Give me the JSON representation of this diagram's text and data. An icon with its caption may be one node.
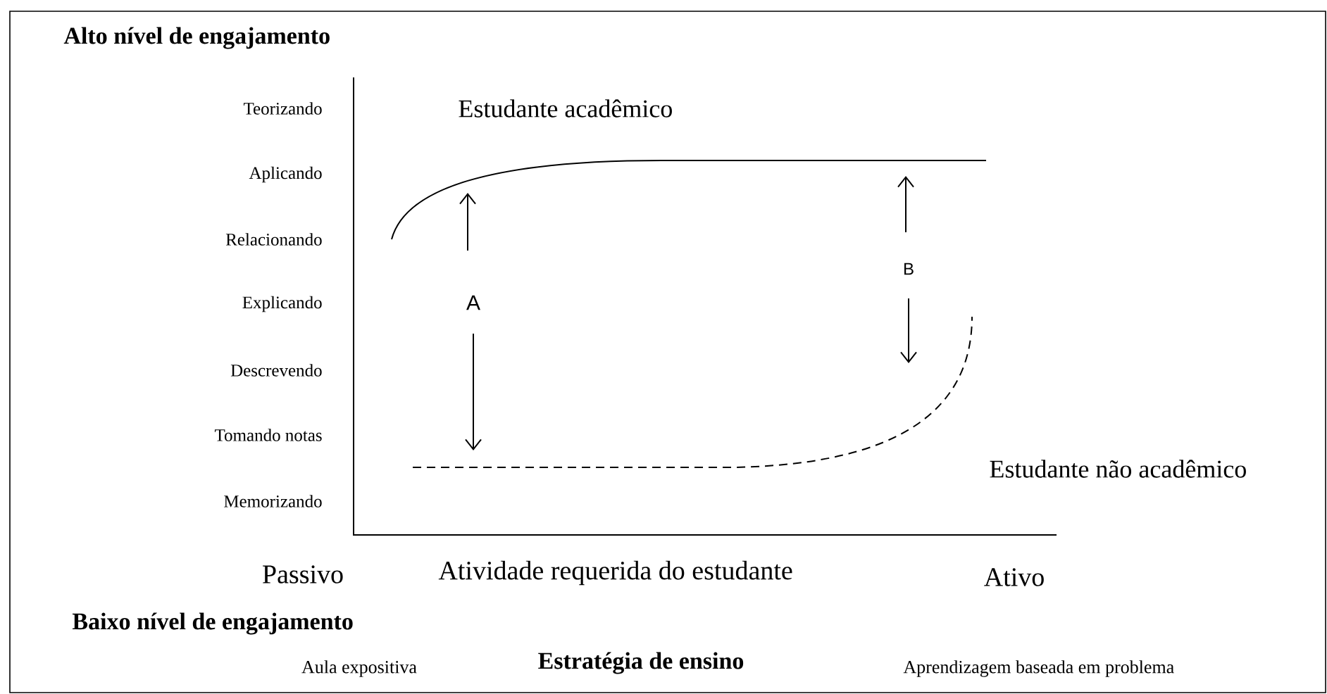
{
  "diagram": {
    "labels": [
      "Alto nível de engajamento",
      "Teorizando",
      "Aplicando",
      "Relacionando",
      "Explicando",
      "Descrevendo",
      "Tomando notas",
      "Memorizando",
      "Estudante acadêmico",
      "A",
      "B",
      "Estudante não acadêmico",
      "Passivo",
      "Atividade requerida do estudante",
      "Ativo",
      "Baixo nível de engajamento",
      "Aula expositiva",
      "Estratégia de ensino",
      "Aprendizagem baseada em problema"
    ]
  }
}
